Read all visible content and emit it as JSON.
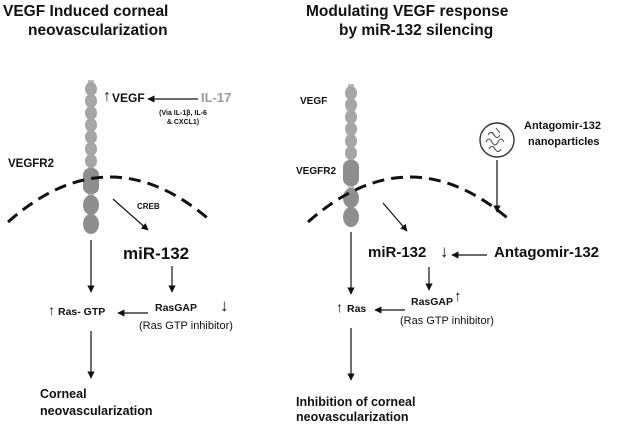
{
  "left_panel": {
    "title_line1": "VEGF Induced corneal",
    "title_line2": "neovascularization",
    "vegf_label": "VEGF",
    "vegf_up": "↑",
    "il17_label": "IL-17",
    "via_line1": "(Via IL-1β, IL-6",
    "via_line2": "& CXCL1)",
    "vegfr2_label": "VEGFR2",
    "creb_label": "CREB",
    "mir132_label": "miR-132",
    "ras_up": "↑",
    "ras_gtp_label": "Ras- GTP",
    "rasgap_label": "RasGAP",
    "rasgap_down": "↓",
    "ras_inhibitor_label": "(Ras GTP inhibitor)",
    "outcome_line1": "Corneal",
    "outcome_line2": "neovascularization"
  },
  "right_panel": {
    "title_line1": "Modulating VEGF response",
    "title_line2": "by miR-132 silencing",
    "vegf_label": "VEGF",
    "vegfr2_label": "VEGFR2",
    "nanoparticles_line1": "Antagomir-132",
    "nanoparticles_line2": "nanoparticles",
    "mir132_label": "miR-132",
    "mir132_down": "↓",
    "antagomir_label": "Antagomir-132",
    "ras_up": "↑",
    "ras_label": "Ras",
    "rasgap_label": "RasGAP",
    "rasgap_up": "↑",
    "ras_inhibitor_label": "(Ras GTP inhibitor)",
    "outcome_line1": "Inhibition of corneal",
    "outcome_line2": "neovascularization"
  },
  "colors": {
    "il17": "#9a9a9a",
    "receptor_bead": "#a6a6a6",
    "receptor_stem": "#bdbdbd",
    "receptor_dark": "#8e8e8e",
    "line": "#111111"
  }
}
